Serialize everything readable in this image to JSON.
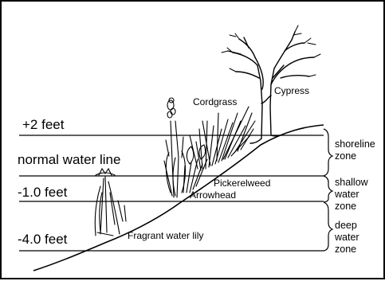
{
  "elevations": {
    "plus_two": "+2 feet",
    "normal": "normal water line",
    "minus_one": "-1.0 feet",
    "minus_four": "-4.0 feet"
  },
  "plants": {
    "cypress": "Cypress",
    "cordgrass": "Cordgrass",
    "pickerelweed": "Pickerelweed",
    "arrowhead": "Arrowhead",
    "water_lily": "Fragrant water lily"
  },
  "zones": {
    "shoreline": [
      "shoreline",
      "zone"
    ],
    "shallow": [
      "shallow",
      "water",
      "zone"
    ],
    "deep": [
      "deep",
      "water",
      "zone"
    ]
  }
}
